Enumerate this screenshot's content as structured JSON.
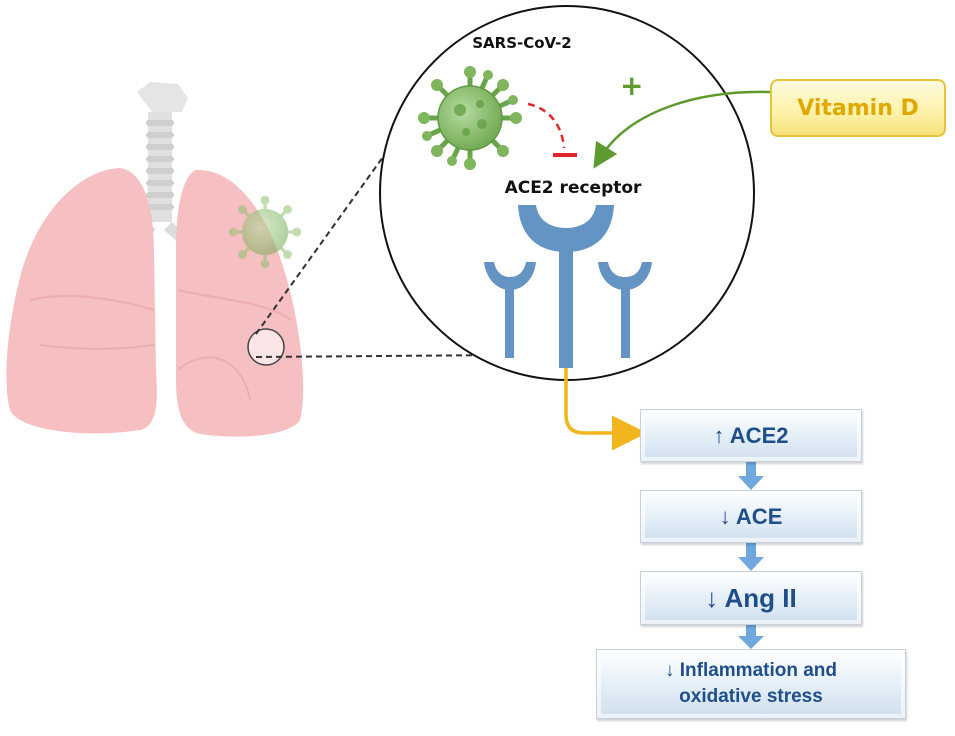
{
  "virus_label": "SARS-CoV-2",
  "receptor_label": "ACE2 receptor",
  "plus_sign": "+",
  "vitamin_label": "Vitamin D",
  "cascade": {
    "step1": "↑ ACE2",
    "step2": "↓ ACE",
    "step3": "↓ Ang II",
    "step4_line1": "↓ Inflammation and",
    "step4_line2": "oxidative stress"
  },
  "colors": {
    "lung": "#f3a7aa",
    "lung_dark": "#e48e93",
    "trachea": "#cfcfcf",
    "virus_green": "#7fb55d",
    "receptor_blue": "#6494c3",
    "inhibition_red": "#e0262a",
    "activation_green": "#5e9b2e",
    "yellow_arrow": "#f2b51e",
    "cascade_arrow": "#6fa8dc",
    "box_text": "#1f4e8c",
    "vitamin_text": "#e0a800"
  },
  "icons": [
    "lungs-illustration",
    "virus-icon",
    "ace2-receptor-icon"
  ]
}
